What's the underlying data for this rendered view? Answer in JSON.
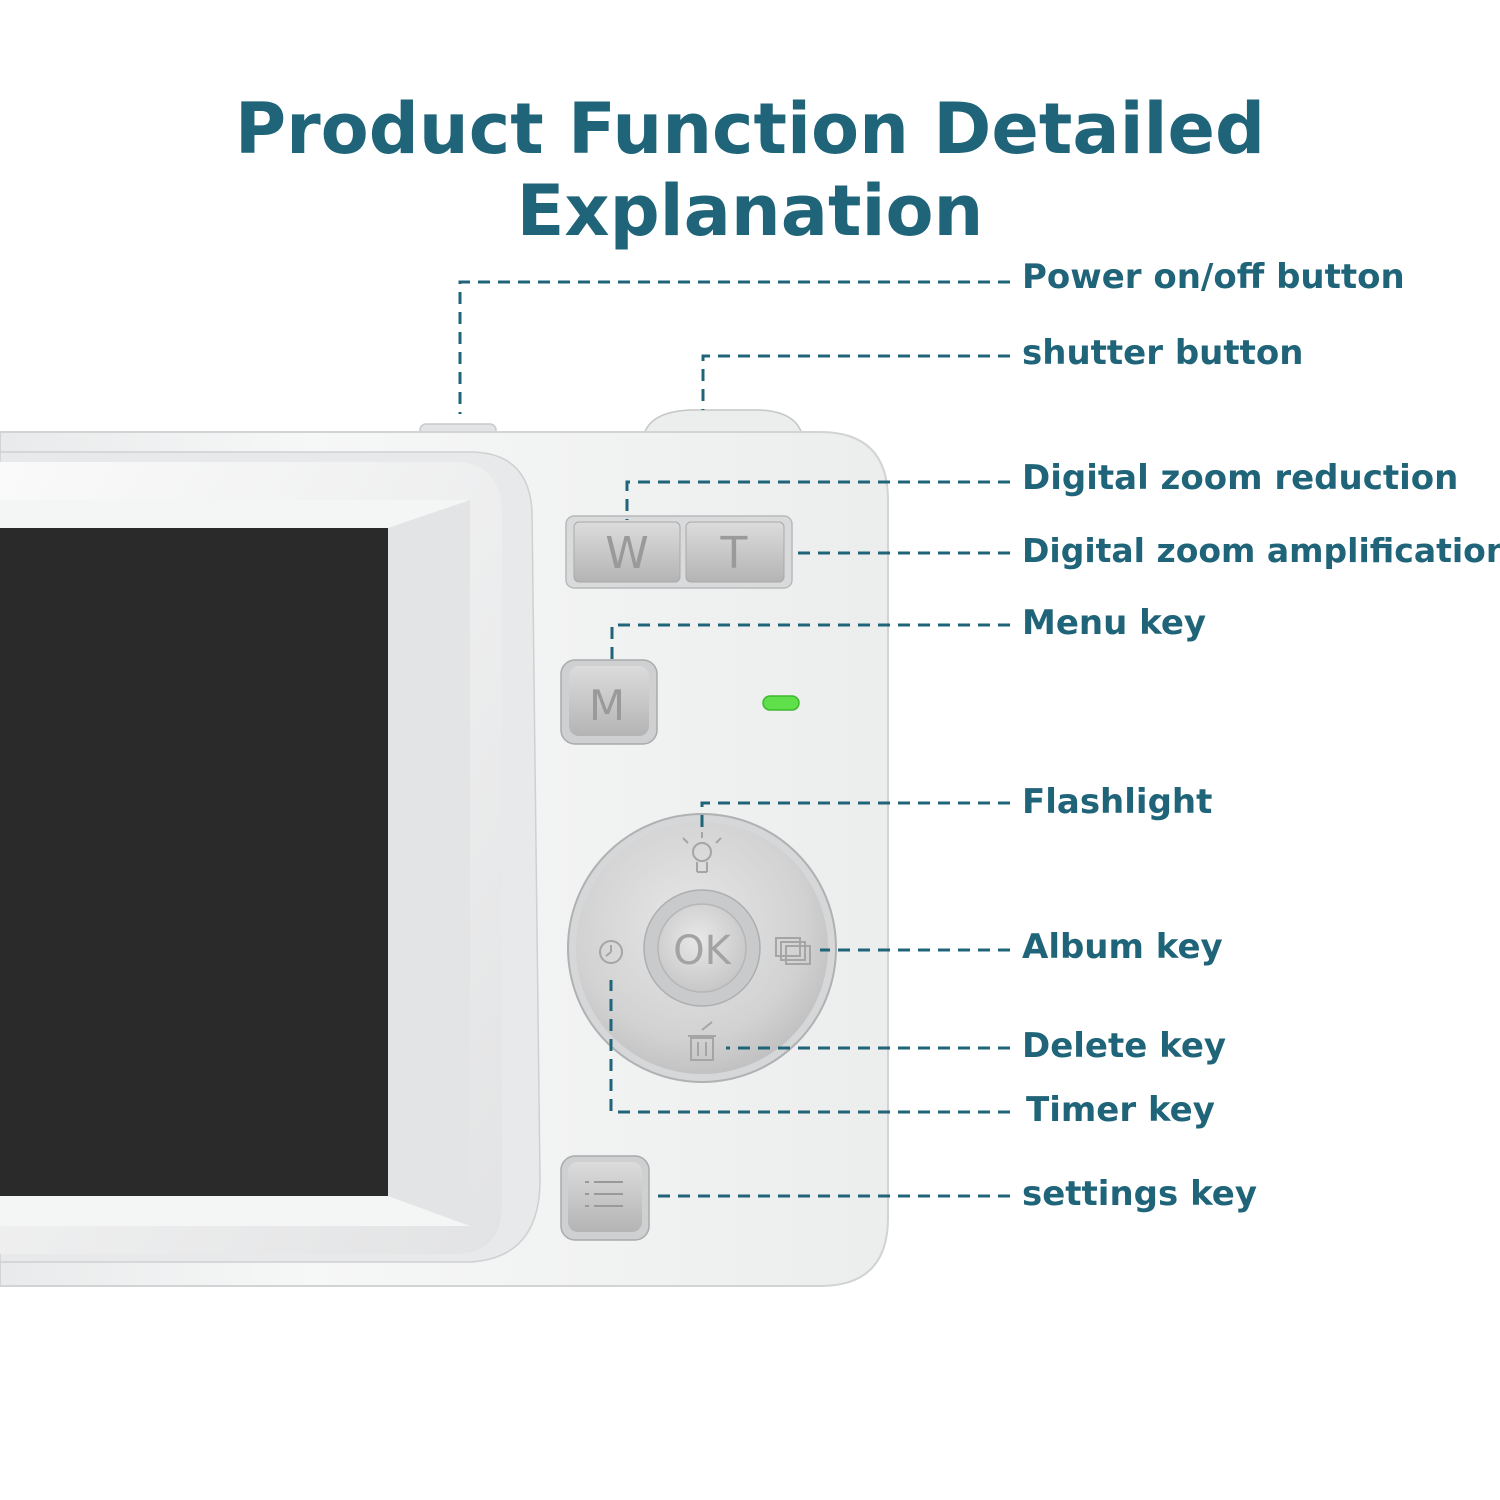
{
  "title": "Product Function Detailed Explanation",
  "colors": {
    "accent": "#1f6478",
    "indicator_led": "#5fe04a",
    "camera_body": "#f1f2f3",
    "screen": "#2a2a2a"
  },
  "camera": {
    "zoom_wide_label": "W",
    "zoom_tele_label": "T",
    "menu_button_label": "M",
    "ok_button_label": "OK"
  },
  "callouts": [
    {
      "id": "power",
      "label": "Power on/off button"
    },
    {
      "id": "shutter",
      "label": "shutter button"
    },
    {
      "id": "zoom-reduction",
      "label": "Digital zoom reduction"
    },
    {
      "id": "zoom-amplification",
      "label": "Digital zoom amplification"
    },
    {
      "id": "menu",
      "label": "Menu key"
    },
    {
      "id": "flashlight",
      "label": "Flashlight"
    },
    {
      "id": "album",
      "label": "Album key"
    },
    {
      "id": "delete",
      "label": "Delete key"
    },
    {
      "id": "timer",
      "label": "Timer key"
    },
    {
      "id": "settings",
      "label": "settings key"
    }
  ]
}
